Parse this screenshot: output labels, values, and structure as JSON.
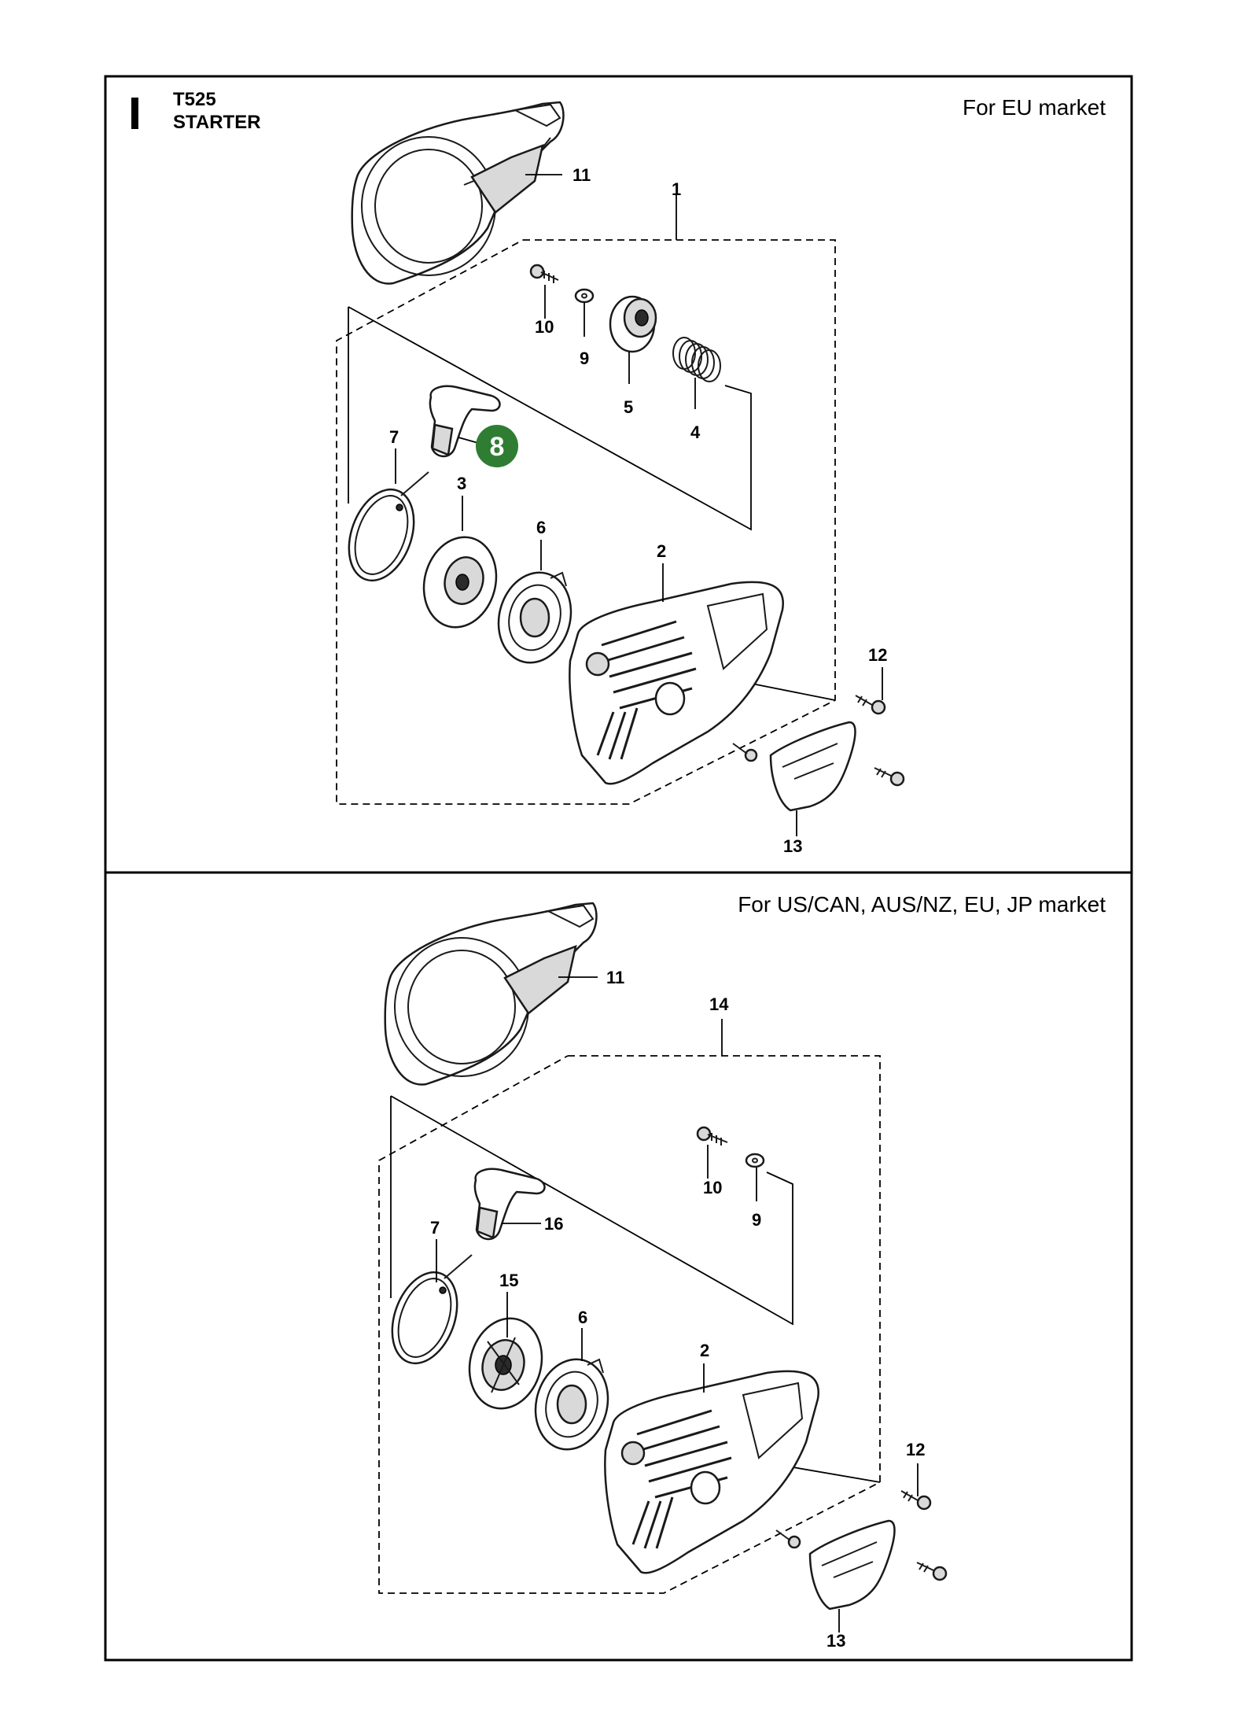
{
  "header": {
    "model": "T525",
    "section": "STARTER"
  },
  "panels": [
    {
      "market": "For EU market",
      "labels": [
        "11",
        "1",
        "10",
        "9",
        "5",
        "4",
        "7",
        "3",
        "6",
        "2",
        "12",
        "13"
      ]
    },
    {
      "market": "For US/CAN, AUS/NZ, EU, JP market",
      "labels": [
        "11",
        "14",
        "10",
        "9",
        "7",
        "16",
        "15",
        "6",
        "2",
        "12",
        "13"
      ]
    }
  ],
  "highlight": {
    "label": "8",
    "color": "#2e7d32"
  },
  "colors": {
    "line": "#000000",
    "highlight": "#2e7d32"
  },
  "icons": [
    "section-marker-bar",
    "highlight-badge"
  ]
}
